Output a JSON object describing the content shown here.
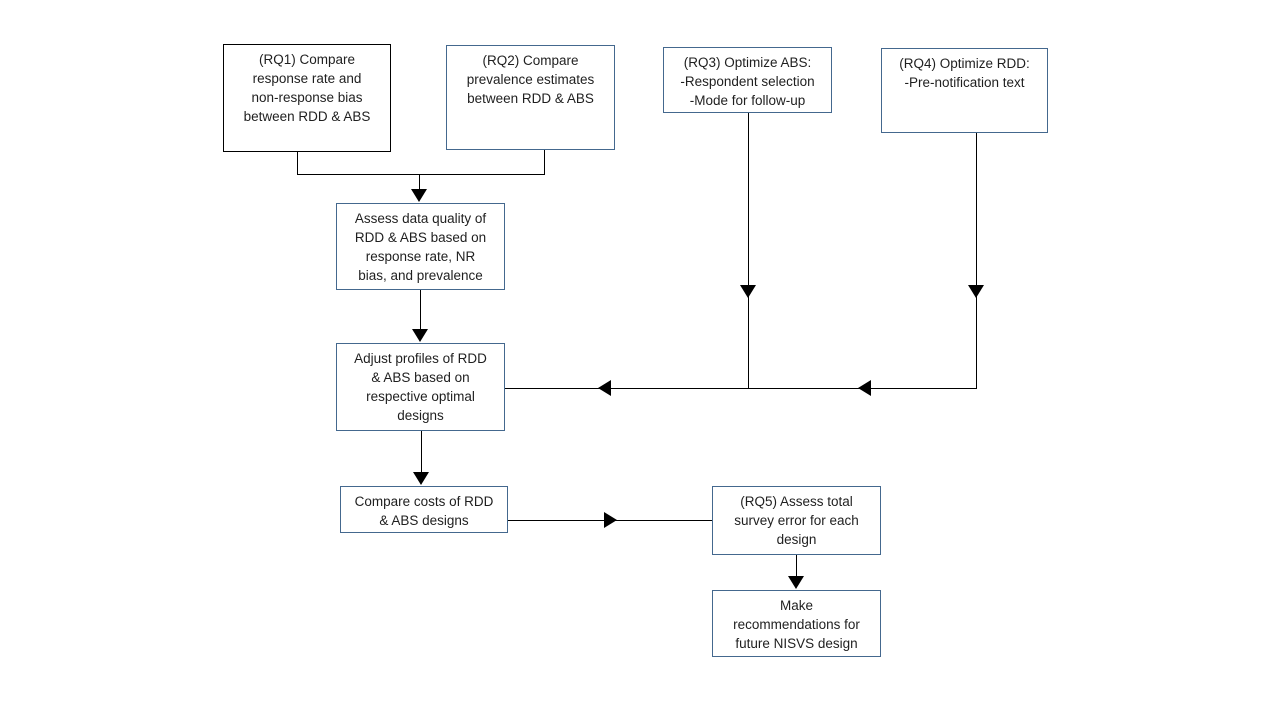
{
  "diagram": {
    "type": "flowchart",
    "colors": {
      "background": "#ffffff",
      "node_border_blue": "#44688e",
      "node_border_black": "#000000",
      "connector": "#000000",
      "text": "#1f1f1f"
    },
    "nodes": {
      "rq1": {
        "label": "(RQ1) Compare\nresponse rate and\nnon-response bias\nbetween RDD & ABS"
      },
      "rq2": {
        "label": "(RQ2) Compare\nprevalence estimates\nbetween RDD & ABS"
      },
      "rq3": {
        "label": "(RQ3) Optimize ABS:\n-Respondent selection\n-Mode for follow-up"
      },
      "rq4": {
        "label": "(RQ4) Optimize RDD:\n-Pre-notification text"
      },
      "assess": {
        "label": "Assess data quality of\nRDD & ABS based on\nresponse rate, NR\nbias, and prevalence"
      },
      "adjust": {
        "label": "Adjust profiles of RDD\n& ABS based on\nrespective optimal\ndesigns"
      },
      "compare_costs": {
        "label": "Compare costs of RDD\n& ABS designs"
      },
      "rq5": {
        "label": "(RQ5) Assess total\nsurvey error for each\ndesign"
      },
      "recommend": {
        "label": "Make\nrecommendations for\nfuture NISVS design"
      }
    },
    "edges": [
      "rq1+rq2 -> assess",
      "assess -> adjust",
      "adjust -> compare_costs",
      "compare_costs -> rq5",
      "rq3 -> adjust",
      "rq4 -> adjust",
      "rq5 -> recommend"
    ]
  }
}
